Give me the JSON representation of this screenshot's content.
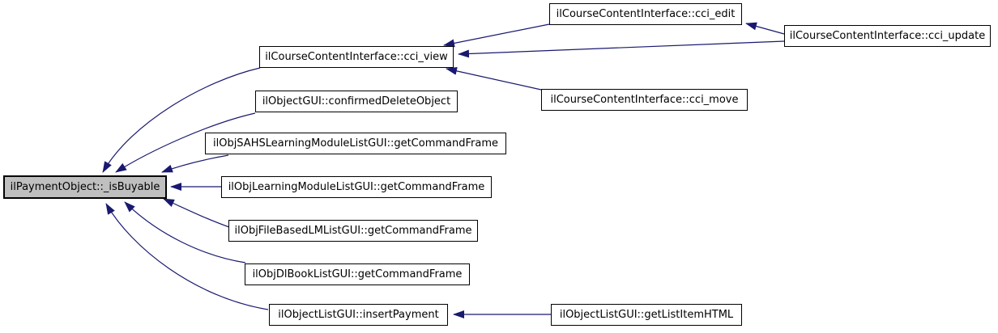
{
  "diagram": {
    "kind": "doxygen-caller-graph",
    "colors": {
      "edge": "#191970",
      "node_border": "#000000",
      "node_fill": "#ffffff",
      "highlight_fill": "#bfbfbf",
      "background": "#ffffff"
    },
    "nodes": {
      "isBuyable": {
        "label": "ilPaymentObject::_isBuyable",
        "highlighted": true
      },
      "cci_view": {
        "label": "ilCourseContentInterface::cci_view"
      },
      "cci_edit": {
        "label": "ilCourseContentInterface::cci_edit"
      },
      "cci_update": {
        "label": "ilCourseContentInterface::cci_update"
      },
      "cci_move": {
        "label": "ilCourseContentInterface::cci_move"
      },
      "confirmedDelete": {
        "label": "ilObjectGUI::confirmedDeleteObject"
      },
      "sahsGetCmdFrame": {
        "label": "ilObjSAHSLearningModuleListGUI::getCommandFrame"
      },
      "lmGetCmdFrame": {
        "label": "ilObjLearningModuleListGUI::getCommandFrame"
      },
      "fbGetCmdFrame": {
        "label": "ilObjFileBasedLMListGUI::getCommandFrame"
      },
      "dlbookGetCmdFrame": {
        "label": "ilObjDlBookListGUI::getCommandFrame"
      },
      "insertPayment": {
        "label": "ilObjectListGUI::insertPayment"
      },
      "getListItemHTML": {
        "label": "ilObjectListGUI::getListItemHTML"
      }
    },
    "edges": [
      {
        "from": "cci_view",
        "to": "isBuyable"
      },
      {
        "from": "confirmedDelete",
        "to": "isBuyable"
      },
      {
        "from": "sahsGetCmdFrame",
        "to": "isBuyable"
      },
      {
        "from": "lmGetCmdFrame",
        "to": "isBuyable"
      },
      {
        "from": "fbGetCmdFrame",
        "to": "isBuyable"
      },
      {
        "from": "dlbookGetCmdFrame",
        "to": "isBuyable"
      },
      {
        "from": "insertPayment",
        "to": "isBuyable"
      },
      {
        "from": "cci_edit",
        "to": "cci_view"
      },
      {
        "from": "cci_update",
        "to": "cci_view"
      },
      {
        "from": "cci_update",
        "to": "cci_edit"
      },
      {
        "from": "cci_move",
        "to": "cci_view"
      },
      {
        "from": "getListItemHTML",
        "to": "insertPayment"
      }
    ]
  }
}
